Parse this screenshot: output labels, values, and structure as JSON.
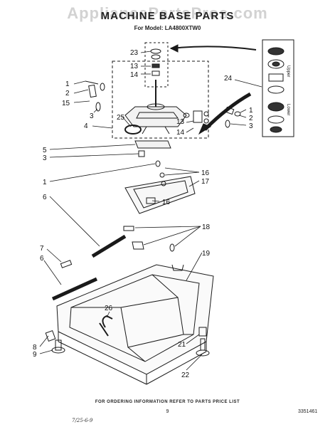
{
  "watermark": "AppliancePartsPros.com",
  "title": "MACHINE BASE PARTS",
  "subtitle": "For Model: LA4800XTW0",
  "footer": "FOR ORDERING INFORMATION REFER TO PARTS PRICE LIST",
  "page_number": "9",
  "doc_number": "3351461",
  "hand_note": "7/25-6-9",
  "inset_labels": {
    "upper": "Upper",
    "lower": "Lower"
  },
  "callouts": [
    "23",
    "13",
    "14",
    "24",
    "1",
    "2",
    "15",
    "3",
    "4",
    "25",
    "13",
    "14",
    "1",
    "2",
    "3",
    "5",
    "3",
    "16",
    "17",
    "1",
    "16",
    "6",
    "18",
    "7",
    "6",
    "19",
    "26",
    "8",
    "9",
    "21",
    "22"
  ]
}
